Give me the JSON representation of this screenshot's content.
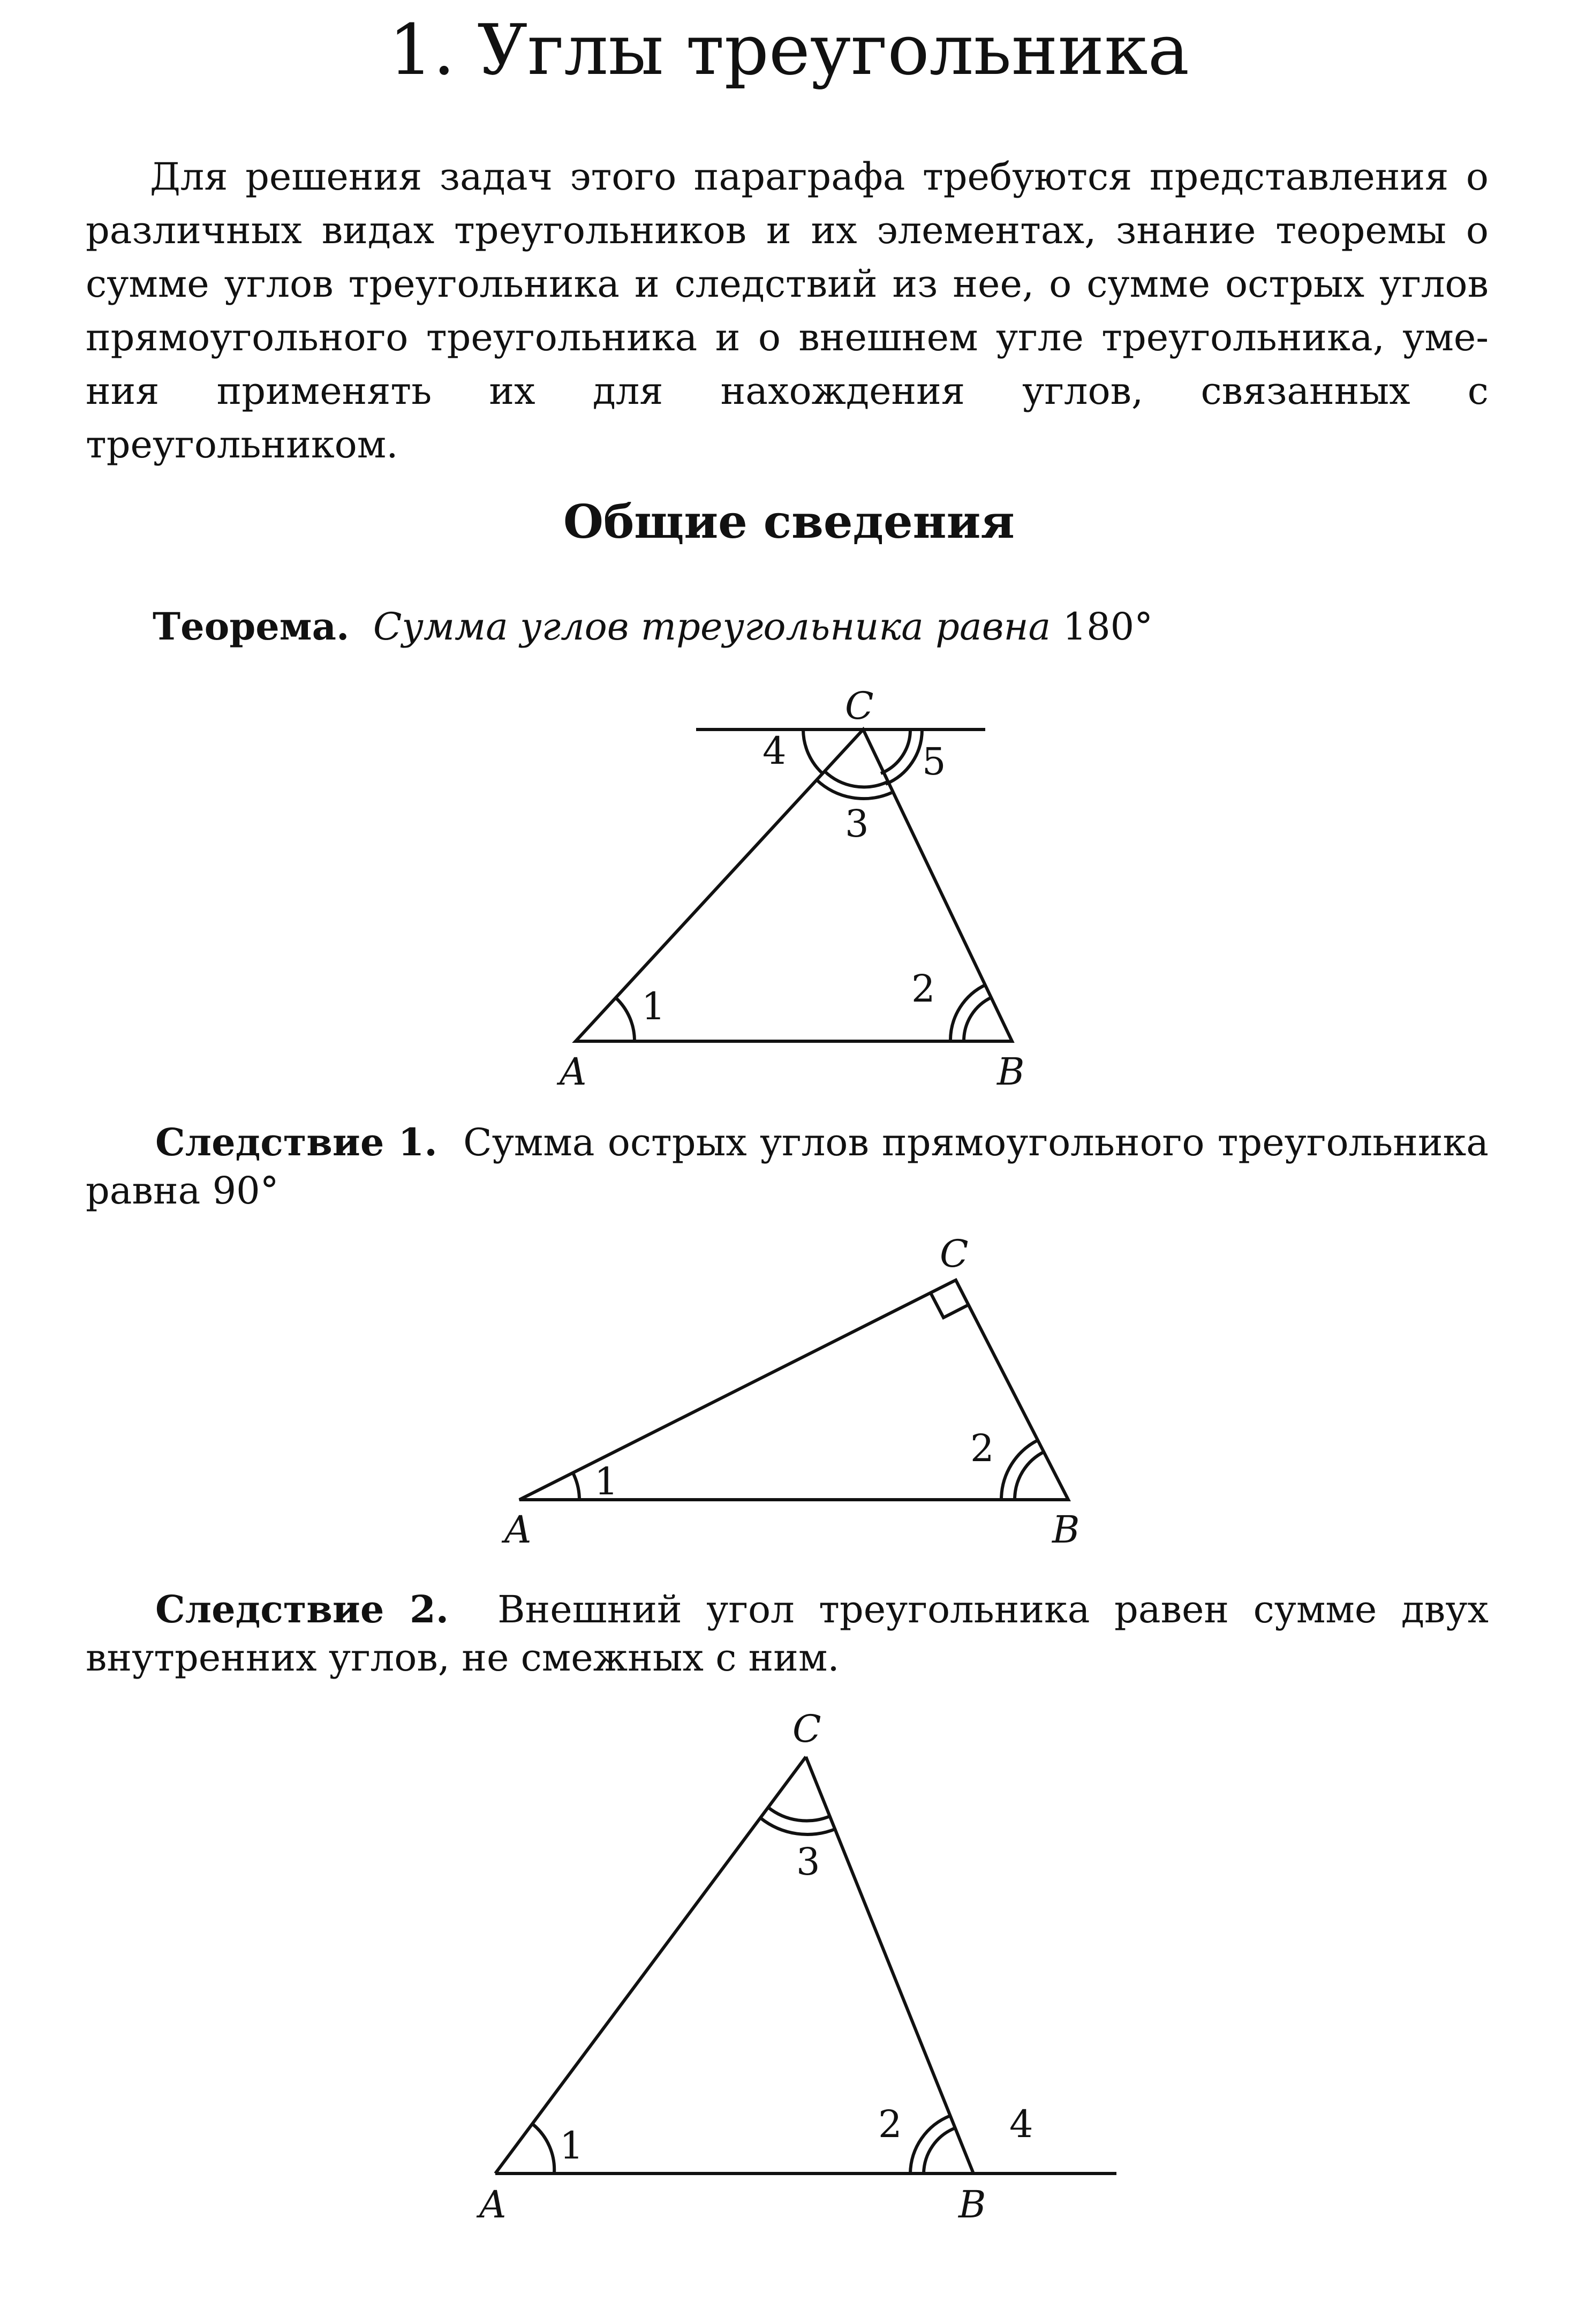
{
  "title": "1. Углы треугольника",
  "intro": "Для решения задач этого параграфа требуются представления о различных видах треугольников и их элементах, знание теоремы о сумме углов треугольника и следствий из нее, о сумме острых углов прямоугольного треугольника и о внешнем угле треугольника, уме­ния применять их для нахождения углов, связанных с треугольником.",
  "section_title": "Общие сведения",
  "theorem": {
    "label": "Теорема.",
    "text": "Сумма углов треугольника равна",
    "value": "180°"
  },
  "figure1": {
    "vertices": {
      "A": "A",
      "B": "B",
      "C": "C"
    },
    "angles": {
      "a1": "1",
      "a2": "2",
      "a3": "3",
      "a4": "4",
      "a5": "5"
    }
  },
  "corollary1": {
    "label": "Следствие 1.",
    "text": "Сумма острых углов прямоугольного треугольника равна 90°"
  },
  "figure2": {
    "vertices": {
      "A": "A",
      "B": "B",
      "C": "C"
    },
    "angles": {
      "a1": "1",
      "a2": "2"
    }
  },
  "corollary2": {
    "label": "Следствие 2.",
    "text": "Внешний угол треугольника равен сумме двух внут­ренних углов, не смежных с ним."
  },
  "figure3": {
    "vertices": {
      "A": "A",
      "B": "B",
      "C": "C"
    },
    "angles": {
      "a1": "1",
      "a2": "2",
      "a3": "3",
      "a4": "4"
    }
  }
}
